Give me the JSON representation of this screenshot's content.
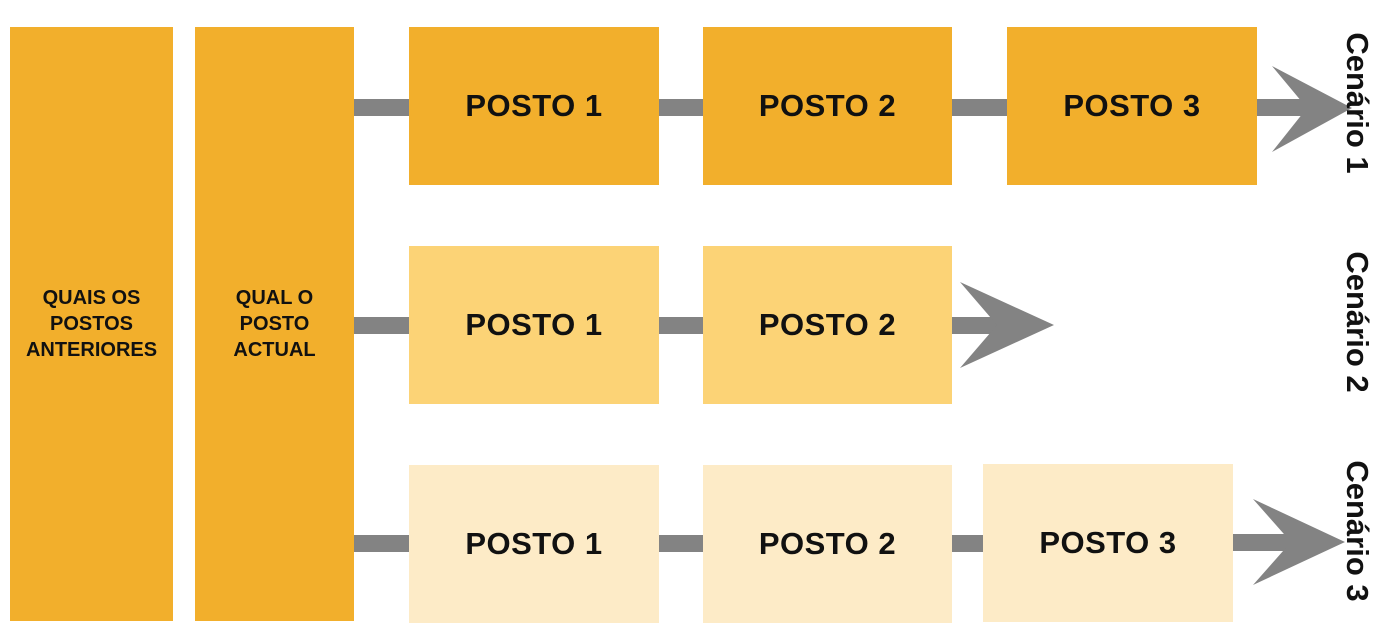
{
  "colors": {
    "dark": "#F2AF2C",
    "medium": "#FCD376",
    "light": "#FDEBC7",
    "connector": "#838383",
    "text": "#111111"
  },
  "columns": [
    {
      "label": "QUAIS OS\nPOSTOS\nANTERIORES"
    },
    {
      "label": "QUAL O\nPOSTO\nACTUAL"
    }
  ],
  "scenarios": [
    {
      "label": "Cenário 1",
      "postos": [
        "POSTO 1",
        "POSTO 2",
        "POSTO 3"
      ]
    },
    {
      "label": "Cenário 2",
      "postos": [
        "POSTO 1",
        "POSTO 2"
      ]
    },
    {
      "label": "Cenário 3",
      "postos": [
        "POSTO 1",
        "POSTO 2",
        "POSTO 3"
      ]
    }
  ]
}
